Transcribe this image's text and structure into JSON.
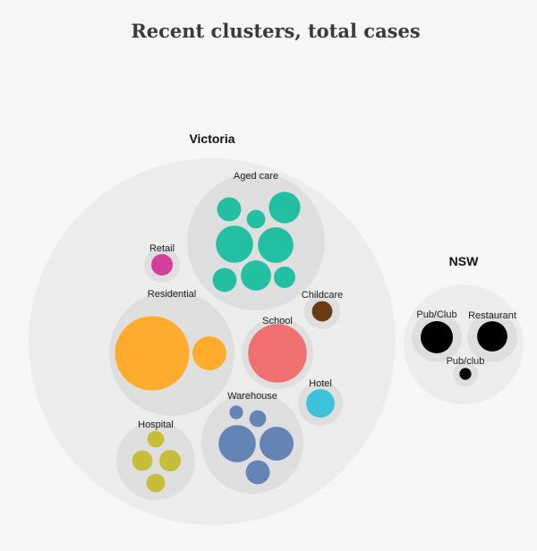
{
  "chart_data": {
    "type": "bubble-pack",
    "title": "Recent clusters, total cases",
    "states": [
      {
        "name": "Victoria",
        "groups": [
          {
            "name": "Aged care",
            "color": "#22bfa2",
            "clusters": [
              25,
              43,
              15,
              60,
              55,
              25,
              40,
              20
            ]
          },
          {
            "name": "Retail",
            "color": "#d63e9c",
            "clusters": [
              20
            ]
          },
          {
            "name": "Residential",
            "color": "#ffab2e",
            "clusters": [
              240,
              50
            ]
          },
          {
            "name": "Childcare",
            "color": "#6b3a14",
            "clusters": [
              18
            ]
          },
          {
            "name": "School",
            "color": "#f07070",
            "clusters": [
              150
            ]
          },
          {
            "name": "Hotel",
            "color": "#3ec1da",
            "clusters": [
              35
            ]
          },
          {
            "name": "Warehouse",
            "color": "#6384b4",
            "clusters": [
              8,
              12,
              60,
              50,
              25
            ]
          },
          {
            "name": "Hospital",
            "color": "#c6bd3b",
            "clusters": [
              12,
              18,
              20,
              15
            ]
          }
        ]
      },
      {
        "name": "NSW",
        "groups": [
          {
            "name": "Pub/Club",
            "color": "#000000",
            "clusters": [
              45
            ]
          },
          {
            "name": "Restaurant",
            "color": "#000000",
            "clusters": [
              40
            ]
          },
          {
            "name": "Pub/club",
            "color": "#000000",
            "clusters": [
              6
            ]
          }
        ]
      }
    ]
  }
}
